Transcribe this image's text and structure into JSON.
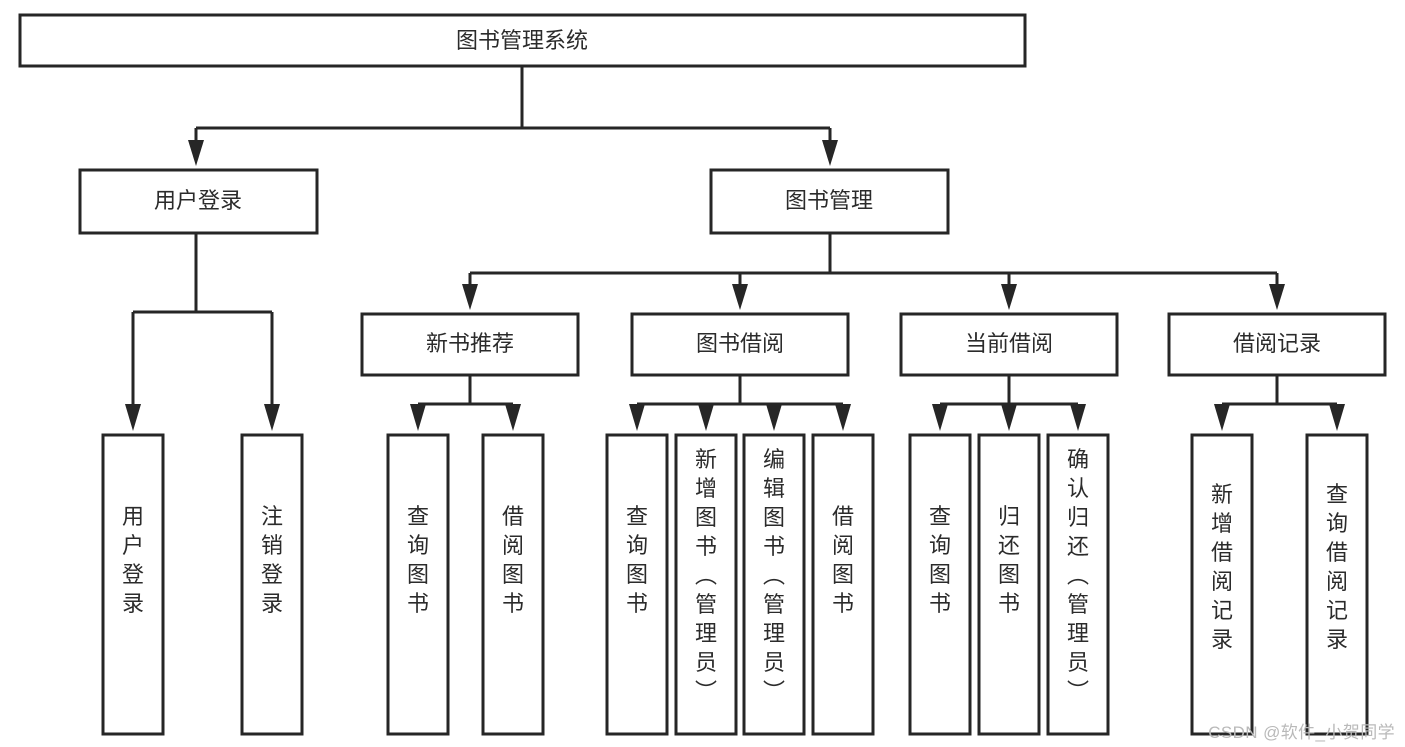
{
  "diagram": {
    "title": "图书管理系统",
    "type": "tree-hierarchy-diagram",
    "watermark": "CSDN @软件_小贺同学",
    "colors": {
      "background": "#ffffff",
      "box_border": "#262626",
      "box_fill": "#ffffff",
      "text": "#2b2b2b",
      "connector": "#262626",
      "watermark": "#b9b9b9"
    },
    "nodes": {
      "root": {
        "label": "图书管理系统"
      },
      "level2": [
        {
          "id": "user-login",
          "label": "用户登录"
        },
        {
          "id": "book-management",
          "label": "图书管理"
        }
      ],
      "level3": [
        {
          "id": "new-book-recommend",
          "label": "新书推荐"
        },
        {
          "id": "book-borrow",
          "label": "图书借阅"
        },
        {
          "id": "current-borrow",
          "label": "当前借阅"
        },
        {
          "id": "borrow-record",
          "label": "借阅记录"
        }
      ],
      "leaves": {
        "user-login": [
          {
            "id": "leaf-user-login",
            "label": "用户登录"
          },
          {
            "id": "leaf-logout-login",
            "label": "注销登录"
          }
        ],
        "new-book-recommend": [
          {
            "id": "leaf-query-book-1",
            "label": "查询图书"
          },
          {
            "id": "leaf-borrow-book-1",
            "label": "借阅图书"
          }
        ],
        "book-borrow": [
          {
            "id": "leaf-query-book-2",
            "label": "查询图书"
          },
          {
            "id": "leaf-add-book",
            "label": "新增图书（管理员）"
          },
          {
            "id": "leaf-edit-book",
            "label": "编辑图书（管理员）"
          },
          {
            "id": "leaf-borrow-book-2",
            "label": "借阅图书"
          }
        ],
        "current-borrow": [
          {
            "id": "leaf-query-book-3",
            "label": "查询图书"
          },
          {
            "id": "leaf-return-book",
            "label": "归还图书"
          },
          {
            "id": "leaf-confirm-return",
            "label": "确认归还（管理员）"
          }
        ],
        "borrow-record": [
          {
            "id": "leaf-add-record",
            "label": "新增借阅记录"
          },
          {
            "id": "leaf-query-record",
            "label": "查询借阅记录"
          }
        ]
      }
    }
  }
}
